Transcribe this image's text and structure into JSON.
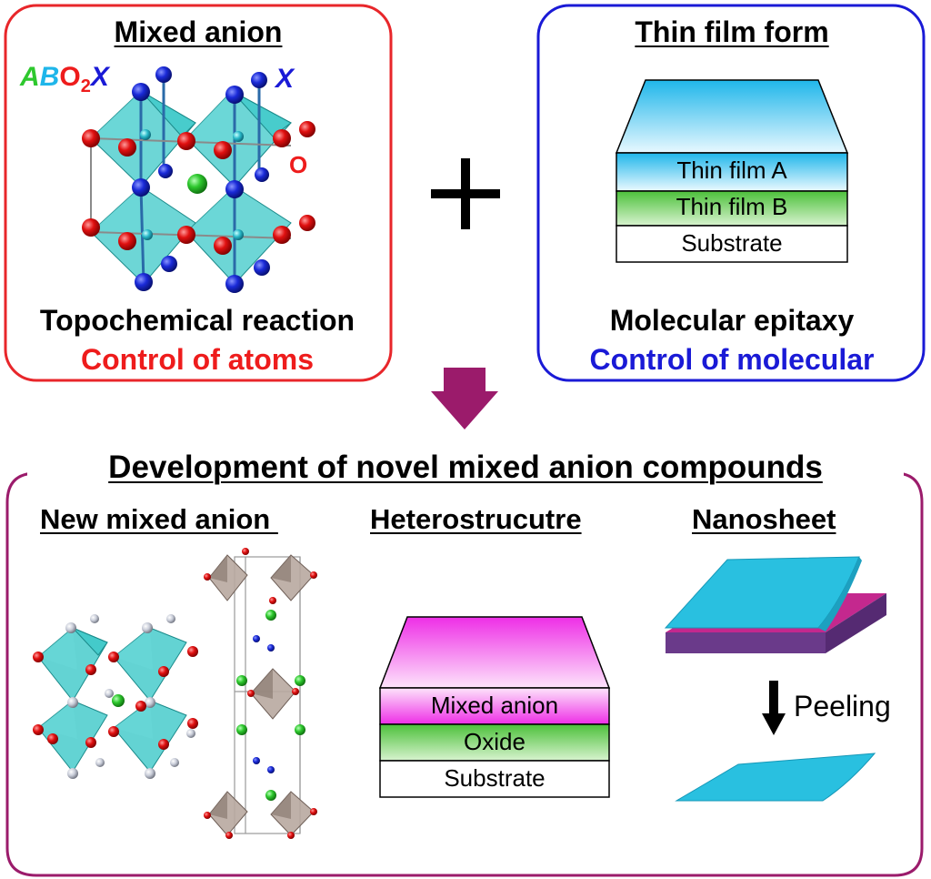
{
  "top_left": {
    "title": "Mixed anion",
    "formula": {
      "A": "A",
      "B": "B",
      "O": "O",
      "sub2": "2",
      "X": "X"
    },
    "label_x": "X",
    "label_o": "O",
    "caption": "Topochemical reaction",
    "subcaption": "Control of atoms"
  },
  "plus_sign": "+",
  "top_right": {
    "title": "Thin film form",
    "layers": [
      "Thin film A",
      "Thin film B",
      "Substrate"
    ],
    "caption": "Molecular epitaxy",
    "subcaption": "Control of molecular"
  },
  "bottom": {
    "title": "Development  of novel mixed anion compounds",
    "col1_title": "New mixed anion ",
    "col2_title": "Heterostrucutre",
    "col3_title": "Nanosheet",
    "layers": [
      "Mixed anion",
      "Oxide",
      "Substrate"
    ],
    "peeling_label": "Peeling"
  },
  "colors": {
    "red_border": "#e8262a",
    "blue_border": "#1a1ad6",
    "purple_border": "#9b1b6b",
    "arrow": "#9b1b6b",
    "octahedron": "#3cc8c8",
    "oxygen": "#e01010",
    "x_atom": "#1a2ad8",
    "a_atom": "#2ec82e",
    "red_text": "#ee1c1c",
    "blue_text": "#1a1ad6"
  }
}
